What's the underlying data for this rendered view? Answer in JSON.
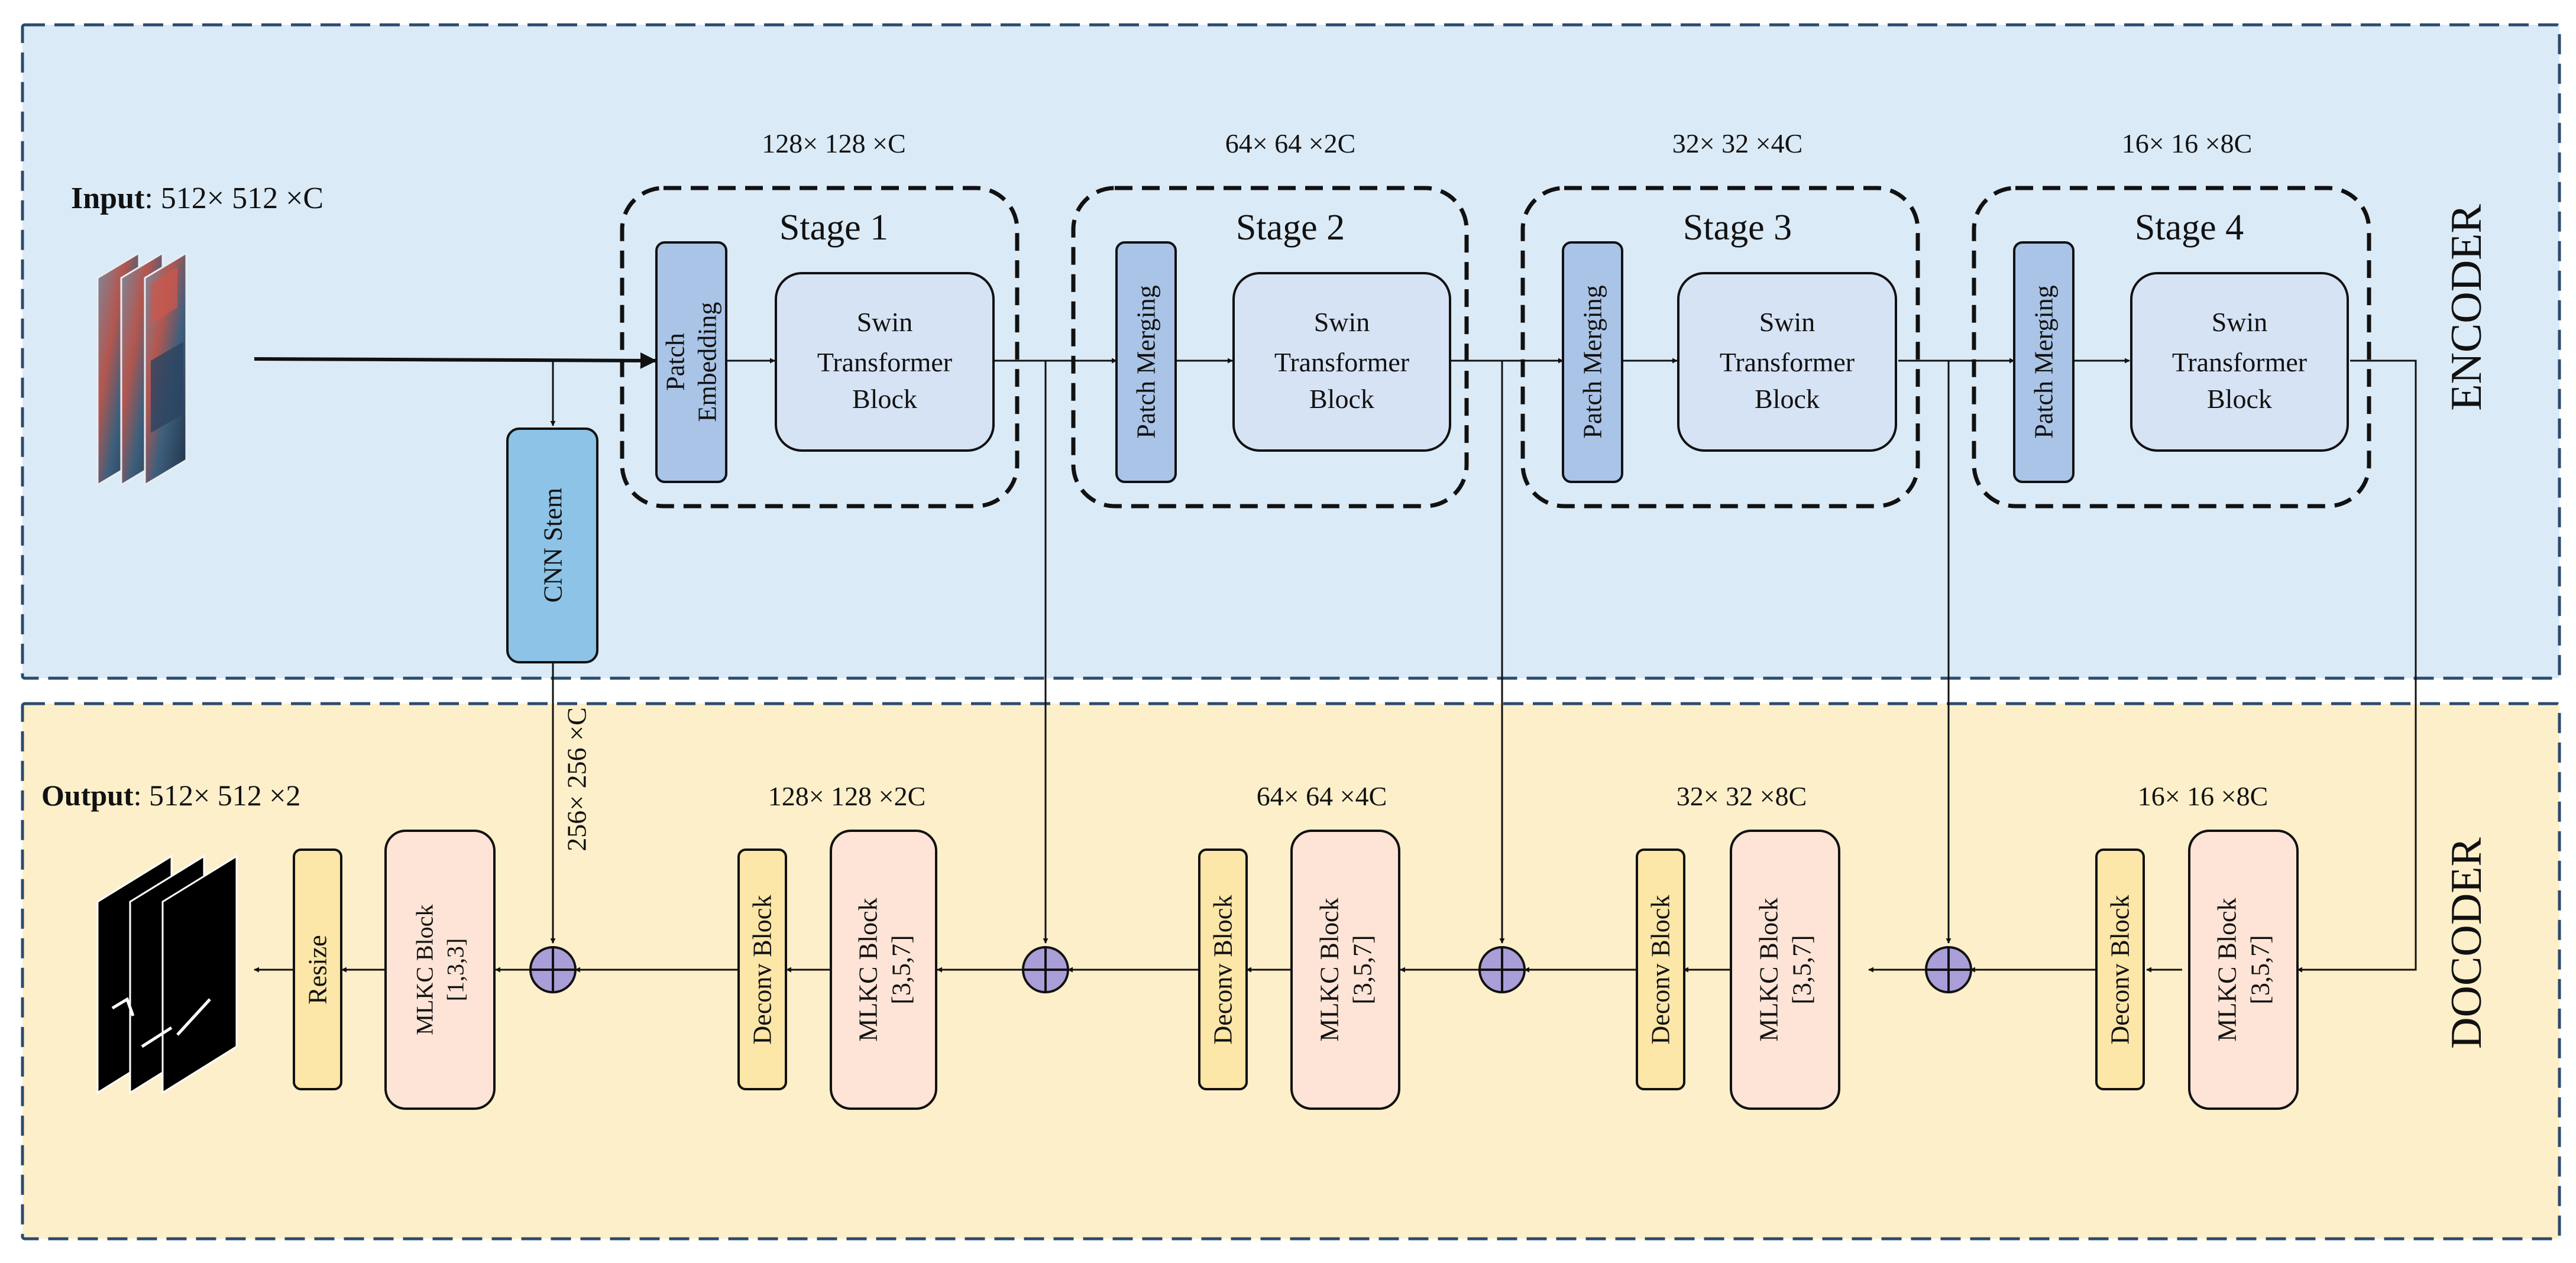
{
  "colors": {
    "encoder_bg": "#daeaf7",
    "decoder_bg": "#fdefc9",
    "region_border": "#2c4a6e",
    "patch_block": "#a9c4e6",
    "swin_block": "#d6e3f4",
    "cnn_stem": "#8dc3e6",
    "mlkc_block": "#fde4d6",
    "deconv_block": "#fce6a8",
    "add_node": "#a99ed8",
    "line": "#111111"
  },
  "encoder": {
    "label": "ENCODER",
    "input_label": "Input",
    "input_dims": ": 512× 512 ×C",
    "cnn_stem": "CNN Stem",
    "stages": [
      {
        "title": "Stage 1",
        "dims": "128× 128 ×C",
        "patch_line1": "Patch",
        "patch_line2": "Embedding",
        "swin_line1": "Swin",
        "swin_line2": "Transformer",
        "swin_line3": "Block"
      },
      {
        "title": "Stage 2",
        "dims": "64× 64 ×2C",
        "patch_line1": "Patch Merging",
        "patch_line2": "",
        "swin_line1": "Swin",
        "swin_line2": "Transformer",
        "swin_line3": "Block"
      },
      {
        "title": "Stage 3",
        "dims": "32× 32 ×4C",
        "patch_line1": "Patch Merging",
        "patch_line2": "",
        "swin_line1": "Swin",
        "swin_line2": "Transformer",
        "swin_line3": "Block"
      },
      {
        "title": "Stage 4",
        "dims": "16× 16 ×8C",
        "patch_line1": "Patch Merging",
        "patch_line2": "",
        "swin_line1": "Swin",
        "swin_line2": "Transformer",
        "swin_line3": "Block"
      }
    ]
  },
  "decoder": {
    "label": "DOCODER",
    "output_label": "Output",
    "output_dims": ": 512× 512 ×2",
    "skip_dims": "256× 256 ×C",
    "resize": "Resize",
    "deconv": "Deconv Block",
    "mlkc": "MLKC Block",
    "final_mlkc_kernels": "[1,3,3]",
    "levels": [
      {
        "dims": "128× 128 ×2C",
        "kernels": "[3,5,7]"
      },
      {
        "dims": "64× 64 ×4C",
        "kernels": "[3,5,7]"
      },
      {
        "dims": "32× 32 ×8C",
        "kernels": "[3,5,7]"
      },
      {
        "dims": "16× 16 ×8C",
        "kernels": "[3,5,7]"
      }
    ]
  }
}
